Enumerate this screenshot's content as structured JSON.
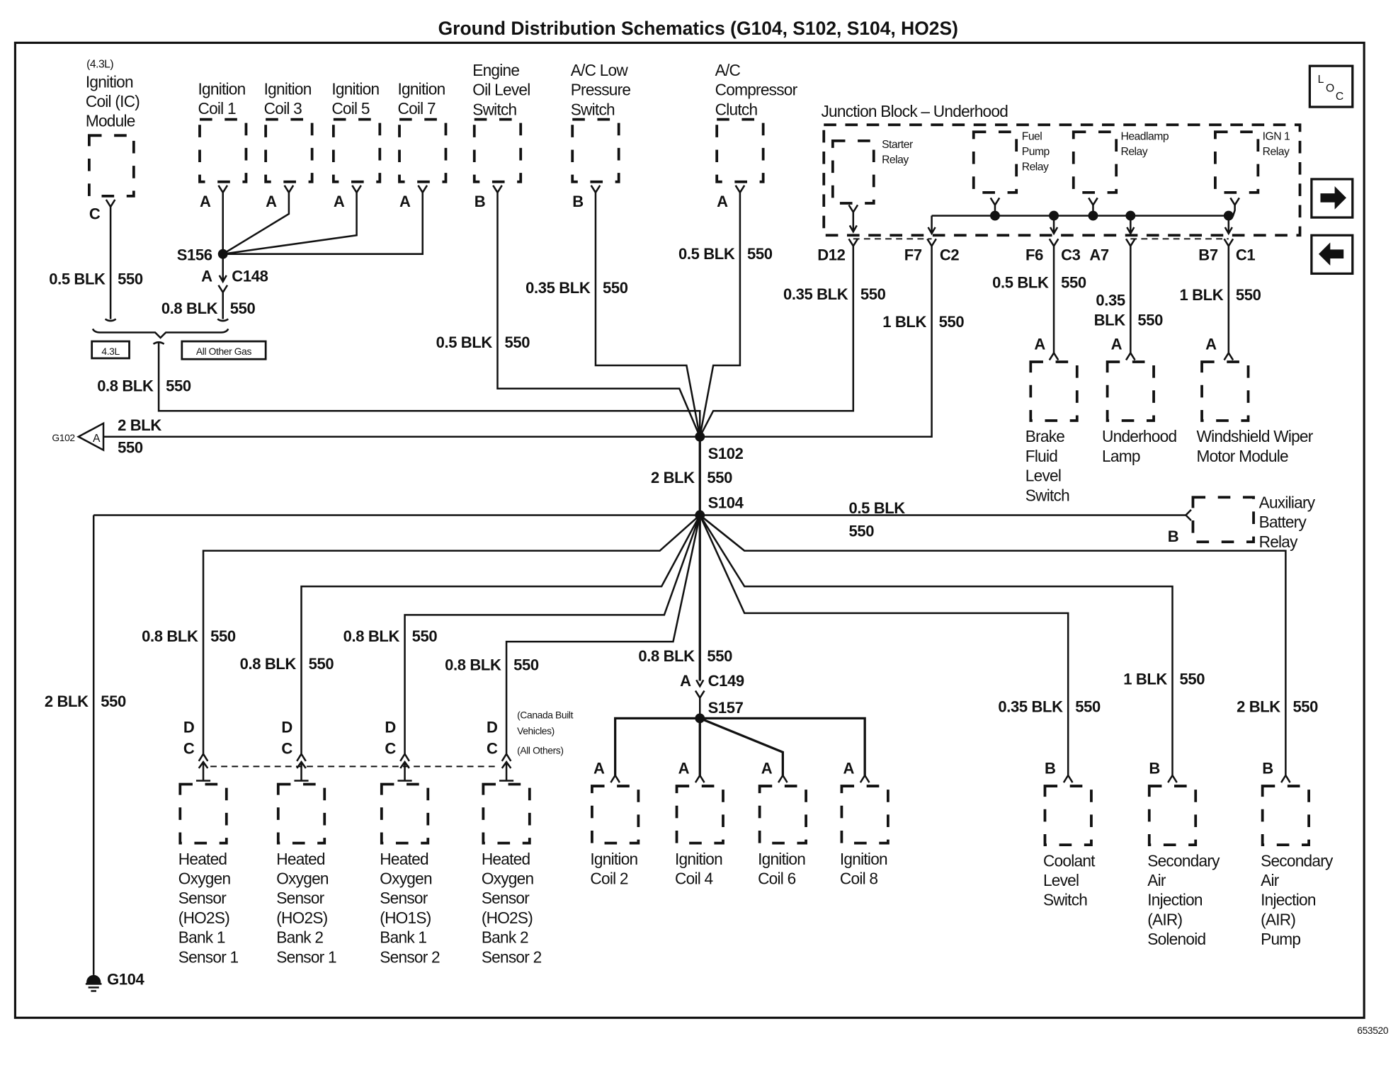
{
  "title": "Ground Distribution Schematics (G104, S102, S104, HO2S)",
  "figure_number": "653520",
  "nav": {
    "loc_icon": "location-view-icon",
    "loc_label": [
      "L",
      "O",
      "C"
    ],
    "next_icon": "arrow-right-icon",
    "prev_icon": "arrow-left-icon"
  },
  "options": {
    "tag_43l": "4.3L",
    "tag_other": "All Other Gas"
  },
  "top_components": [
    {
      "id": "ic-module",
      "lines": [
        "(4.3L)",
        "Ignition",
        "Coil (IC)",
        "Module"
      ],
      "pin": "C",
      "wire": {
        "gauge": "0.5 BLK",
        "circuit": "550"
      }
    },
    {
      "id": "coil1",
      "lines": [
        "Ignition",
        "Coil 1"
      ],
      "pin": "A"
    },
    {
      "id": "coil3",
      "lines": [
        "Ignition",
        "Coil 3"
      ],
      "pin": "A"
    },
    {
      "id": "coil5",
      "lines": [
        "Ignition",
        "Coil 5"
      ],
      "pin": "A"
    },
    {
      "id": "coil7",
      "lines": [
        "Ignition",
        "Coil 7"
      ],
      "pin": "A"
    },
    {
      "id": "oil-switch",
      "lines": [
        "Engine",
        "Oil Level",
        "Switch"
      ],
      "pin": "B",
      "wire": {
        "gauge": "0.5 BLK",
        "circuit": "550"
      }
    },
    {
      "id": "ac-low",
      "lines": [
        "A/C Low",
        "Pressure",
        "Switch"
      ],
      "pin": "B",
      "wire": {
        "gauge": "0.35 BLK",
        "circuit": "550"
      }
    },
    {
      "id": "ac-clutch",
      "lines": [
        "A/C",
        "Compressor",
        "Clutch"
      ],
      "pin": "A",
      "wire": {
        "gauge": "0.5 BLK",
        "circuit": "550"
      }
    }
  ],
  "splices": {
    "s156": "S156",
    "c148_pin": "A",
    "c148": "C148",
    "c148_wire": {
      "gauge": "0.8 BLK",
      "circuit": "550"
    },
    "merge_wire": {
      "gauge": "0.8 BLK",
      "circuit": "550"
    },
    "s102": "S102",
    "s102_s104_wire": {
      "gauge": "2 BLK",
      "circuit": "550"
    },
    "s104": "S104",
    "c149_wire": {
      "gauge": "0.8 BLK",
      "circuit": "550"
    },
    "c149_pin": "A",
    "c149": "C149",
    "s157": "S157"
  },
  "g102": {
    "label": "G102",
    "pin": "A",
    "gauge": "2 BLK",
    "circuit": "550"
  },
  "g104": {
    "label": "G104",
    "gauge": "2 BLK",
    "circuit": "550"
  },
  "junction_block": {
    "title": "Junction Block – Underhood",
    "relays": [
      {
        "id": "starter",
        "lines": [
          "Starter",
          "Relay"
        ]
      },
      {
        "id": "fuel-pump",
        "lines": [
          "Fuel",
          "Pump",
          "Relay"
        ]
      },
      {
        "id": "headlamp",
        "lines": [
          "Headlamp",
          "Relay"
        ]
      },
      {
        "id": "ign1",
        "lines": [
          "IGN 1",
          "Relay"
        ]
      }
    ],
    "terminals": {
      "d12": "D12",
      "f7": "F7",
      "c2": "C2",
      "f6": "F6",
      "c3": "C3",
      "a7": "A7",
      "b7": "B7",
      "c1": "C1"
    },
    "wires": {
      "d12": {
        "gauge": "0.35 BLK",
        "circuit": "550"
      },
      "c2": {
        "gauge": "1 BLK",
        "circuit": "550"
      },
      "c3": {
        "gauge": "0.5 BLK",
        "circuit": "550"
      },
      "a7": {
        "gauge_line1": "0.35",
        "gauge_line2": "BLK",
        "circuit": "550"
      },
      "c1": {
        "gauge": "1 BLK",
        "circuit": "550"
      }
    }
  },
  "jb_loads": [
    {
      "id": "brake-fluid",
      "lines": [
        "Brake",
        "Fluid",
        "Level",
        "Switch"
      ],
      "pin": "A"
    },
    {
      "id": "underhood-lamp",
      "lines": [
        "Underhood",
        "Lamp"
      ],
      "pin": "A"
    },
    {
      "id": "wiper-module",
      "lines": [
        "Windshield Wiper",
        "Motor Module"
      ],
      "pin": "A"
    }
  ],
  "aux_battery_relay": {
    "lines": [
      "Auxiliary",
      "Battery",
      "Relay"
    ],
    "pin": "B",
    "gauge": "0.5 BLK",
    "circuit": "550"
  },
  "bottom_sensors": {
    "pin_top": "D",
    "pin_bottom": "C",
    "note": [
      "(Canada Built",
      "Vehicles)",
      "(All Others)"
    ],
    "items": [
      {
        "id": "ho2s-b1s1",
        "lines": [
          "Heated",
          "Oxygen",
          "Sensor",
          "(HO2S)",
          "Bank 1",
          "Sensor 1"
        ],
        "gauge": "0.8 BLK",
        "circuit": "550"
      },
      {
        "id": "ho2s-b2s1",
        "lines": [
          "Heated",
          "Oxygen",
          "Sensor",
          "(HO2S)",
          "Bank 2",
          "Sensor 1"
        ],
        "gauge": "0.8 BLK",
        "circuit": "550"
      },
      {
        "id": "ho1s-b1s2",
        "lines": [
          "Heated",
          "Oxygen",
          "Sensor",
          "(HO1S)",
          "Bank 1",
          "Sensor 2"
        ],
        "gauge": "0.8 BLK",
        "circuit": "550"
      },
      {
        "id": "ho2s-b2s2",
        "lines": [
          "Heated",
          "Oxygen",
          "Sensor",
          "(HO2S)",
          "Bank 2",
          "Sensor 2"
        ],
        "gauge": "0.8 BLK",
        "circuit": "550"
      }
    ]
  },
  "bottom_coils": [
    {
      "id": "coil2",
      "lines": [
        "Ignition",
        "Coil 2"
      ],
      "pin": "A"
    },
    {
      "id": "coil4",
      "lines": [
        "Ignition",
        "Coil 4"
      ],
      "pin": "A"
    },
    {
      "id": "coil6",
      "lines": [
        "Ignition",
        "Coil 6"
      ],
      "pin": "A"
    },
    {
      "id": "coil8",
      "lines": [
        "Ignition",
        "Coil 8"
      ],
      "pin": "A"
    }
  ],
  "bottom_right": [
    {
      "id": "coolant-switch",
      "lines": [
        "Coolant",
        "Level",
        "Switch"
      ],
      "pin": "B",
      "gauge": "0.35 BLK",
      "circuit": "550"
    },
    {
      "id": "air-solenoid",
      "lines": [
        "Secondary",
        "Air",
        "Injection",
        "(AIR)",
        "Solenoid"
      ],
      "pin": "B",
      "gauge": "1 BLK",
      "circuit": "550"
    },
    {
      "id": "air-pump",
      "lines": [
        "Secondary",
        "Air",
        "Injection",
        "(AIR)",
        "Pump"
      ],
      "pin": "B",
      "gauge": "2 BLK",
      "circuit": "550"
    }
  ]
}
